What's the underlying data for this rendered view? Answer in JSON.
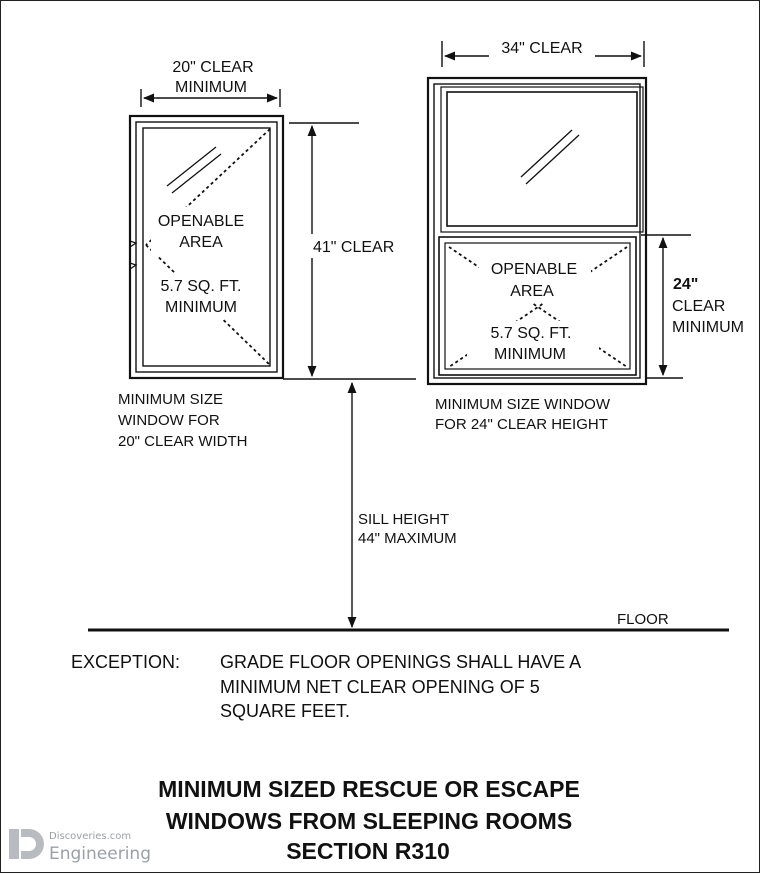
{
  "left_window": {
    "width_label_line1": "20\" CLEAR",
    "width_label_line2": "MINIMUM",
    "height_label": "41\" CLEAR",
    "openable_line1": "OPENABLE",
    "openable_line2": "AREA",
    "area_line1": "5.7 SQ. FT.",
    "area_line2": "MINIMUM",
    "caption_line1": "MINIMUM SIZE",
    "caption_line2": "WINDOW FOR",
    "caption_line3": "20\" CLEAR WIDTH"
  },
  "right_window": {
    "width_label": "34\" CLEAR",
    "height_label_line1": "24\"",
    "height_label_line2": "CLEAR",
    "height_label_line3": "MINIMUM",
    "openable_line1": "OPENABLE",
    "openable_line2": "AREA",
    "area_line1": "5.7 SQ. FT.",
    "area_line2": "MINIMUM",
    "caption_line1": "MINIMUM SIZE WINDOW",
    "caption_line2": "FOR 24\" CLEAR HEIGHT"
  },
  "sill": {
    "line1": "SILL HEIGHT",
    "line2": "44\" MAXIMUM"
  },
  "floor_label": "FLOOR",
  "exception": {
    "label": "EXCEPTION:",
    "line1": "GRADE FLOOR OPENINGS SHALL HAVE A",
    "line2": "MINIMUM NET CLEAR OPENING OF 5",
    "line3": "SQUARE FEET."
  },
  "title": {
    "line1": "MINIMUM SIZED RESCUE OR ESCAPE",
    "line2": "WINDOWS FROM SLEEPING ROOMS",
    "line3": "SECTION R310"
  },
  "watermark": {
    "line1": "Discoveries.com",
    "line2": "Engineering"
  }
}
